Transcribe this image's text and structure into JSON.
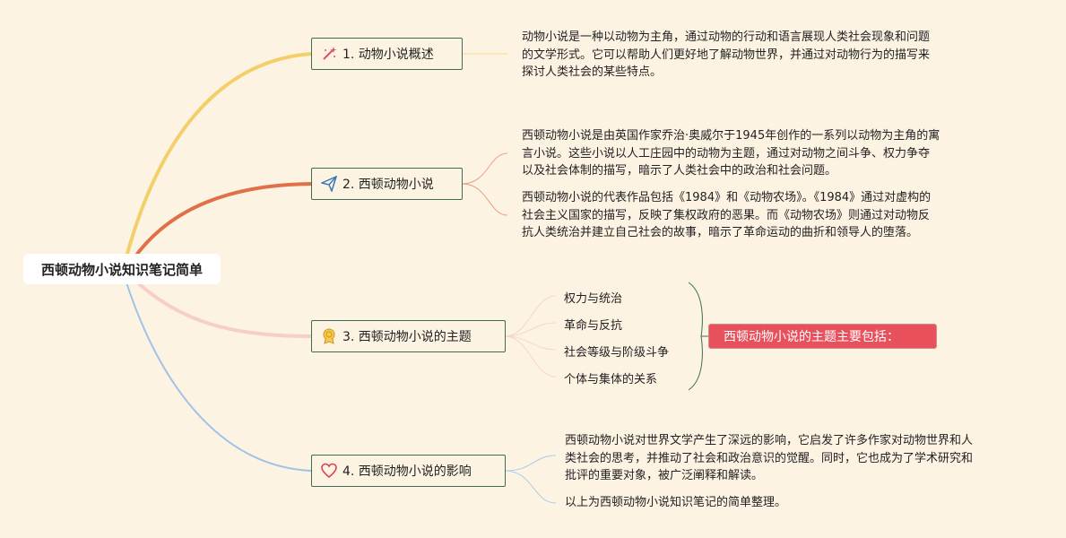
{
  "root": {
    "title": "西顿动物小说知识笔记简单"
  },
  "branches": [
    {
      "label": "1. 动物小说概述",
      "icon": "magic-wand-icon",
      "color": "#f3cf6a"
    },
    {
      "label": "2. 西顿动物小说",
      "icon": "paper-plane-icon",
      "color": "#e07048"
    },
    {
      "label": "3. 西顿动物小说的主题",
      "icon": "award-badge-icon",
      "color": "#f6d0c8"
    },
    {
      "label": "4. 西顿动物小说的影响",
      "icon": "heart-icon",
      "color": "#9ec3e6"
    }
  ],
  "notes": {
    "overview": [
      "动物小说是一种以动物为主角，通过动物的行动和语言展现人类社会现象和问题",
      "的文学形式。它可以帮助人们更好地了解动物世界，并通过对动物行为的描写来",
      "探讨人类社会的某些特点。"
    ],
    "seton_intro": [
      "西顿动物小说是由英国作家乔治·奥威尔于1945年创作的一系列以动物为主角的寓",
      "言小说。这些小说以人工庄园中的动物为主题，通过对动物之间斗争、权力争夺",
      "以及社会体制的描写，暗示了人类社会中的政治和社会问题。"
    ],
    "seton_works": [
      "西顿动物小说的代表作品包括《1984》和《动物农场》。《1984》通过对虚构的",
      "社会主义国家的描写，反映了集权政府的恶果。而《动物农场》则通过对动物反",
      "抗人类统治并建立自己社会的故事，暗示了革命运动的曲折和领导人的堕落。"
    ],
    "influence": [
      "西顿动物小说对世界文学产生了深远的影响，它启发了许多作家对动物世界和人",
      "类社会的思考，并推动了社会和政治意识的觉醒。同时，它也成为了学术研究和",
      "批评的重要对象，被广泛阐释和解读。"
    ],
    "summary": "以上为西顿动物小说知识笔记的简单整理。"
  },
  "themes": {
    "items": [
      "权力与统治",
      "革命与反抗",
      "社会等级与阶级斗争",
      "个体与集体的关系"
    ],
    "summary_label": "西顿动物小说的主题主要包括："
  }
}
